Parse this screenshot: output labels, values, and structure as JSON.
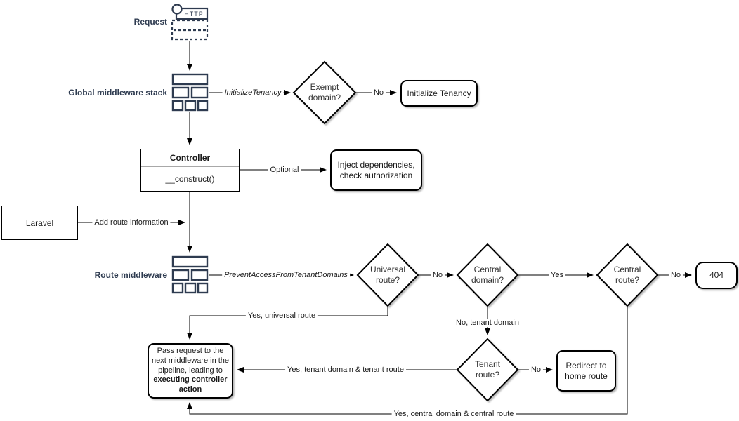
{
  "colors": {
    "label": "#2e3b50",
    "line": "#000000",
    "shape_stroke": "#000000",
    "background": "#ffffff"
  },
  "nodes": {
    "request": {
      "label": "Request",
      "http": "HTTP"
    },
    "global_middleware_stack": {
      "label": "Global middleware stack"
    },
    "exempt_domain": {
      "label": "Exempt\ndomain?"
    },
    "initialize_tenancy": {
      "label": "Initialize Tenancy"
    },
    "controller": {
      "title": "Controller",
      "member": "__construct()"
    },
    "inject_dependencies": {
      "label": "Inject dependencies,\ncheck authorization"
    },
    "laravel": {
      "label": "Laravel"
    },
    "route_middleware": {
      "label": "Route middleware"
    },
    "universal_route": {
      "label": "Universal\nroute?"
    },
    "central_domain": {
      "label": "Central\ndomain?"
    },
    "central_route": {
      "label": "Central\nroute?"
    },
    "not_found": {
      "label": "404"
    },
    "tenant_route": {
      "label": "Tenant\nroute?"
    },
    "redirect_home": {
      "label": "Redirect to\nhome route"
    },
    "pass_request": {
      "text": "Pass request to the next middleware in the pipeline, leading to ",
      "bold": "executing controller action"
    }
  },
  "edge_labels": {
    "initialize_tenancy_middleware": "InitializeTenancy",
    "exempt_no": "No",
    "optional": "Optional",
    "add_route_information": "Add route information",
    "prevent_access": "PreventAccessFromTenantDomains",
    "universal_no": "No",
    "yes_universal_route": "Yes, universal route",
    "central_domain_yes": "Yes",
    "no_tenant_domain": "No, tenant domain",
    "central_route_no": "No",
    "tenant_route_no": "No",
    "yes_tenant_route": "Yes, tenant domain & tenant route",
    "yes_central_route": "Yes, central domain & central route"
  }
}
